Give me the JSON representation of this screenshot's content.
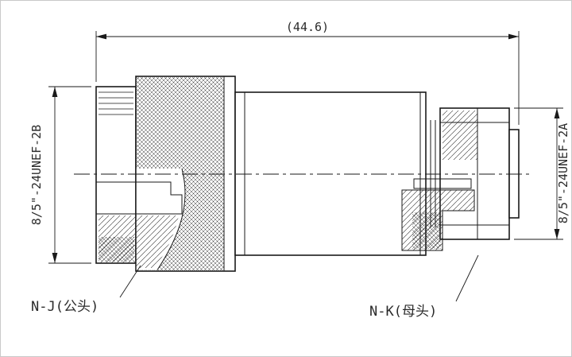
{
  "colors": {
    "line": "#1a1a1a",
    "background": "#ffffff",
    "border": "#c9c9c9"
  },
  "dimensions": {
    "overall_length": "(44.6)",
    "left_thread": "8/5\"-24UNEF-2B",
    "right_thread": "8/5\"-24UNEF-2A"
  },
  "labels": {
    "male_connector": "N-J(公头)",
    "female_connector": "N-K(母头)"
  }
}
